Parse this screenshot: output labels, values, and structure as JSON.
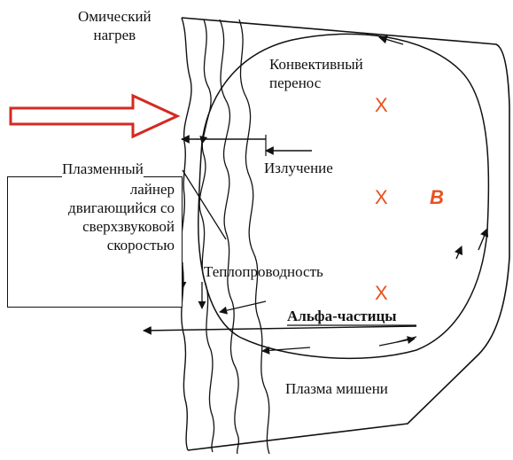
{
  "labels": {
    "ohmic_heating": "Омический\nнагрев",
    "convective_transfer": "Конвективный\nперенос",
    "radiation": "Излучение",
    "plasma_liner_top": "Плазменный",
    "liner_box_text": "лайнер\nдвигающийся со\nсверхзвуковой\nскоростью",
    "thermal_conduction": "Теплопроводность",
    "alpha_particles": "Альфа-частицы",
    "target_plasma": "Плазма мишени"
  },
  "field_marks": {
    "x_symbol": "X",
    "b_symbol": "B"
  },
  "colors": {
    "accent": "#e8501e",
    "big_arrow": "#d42a20",
    "ink": "#111111"
  }
}
